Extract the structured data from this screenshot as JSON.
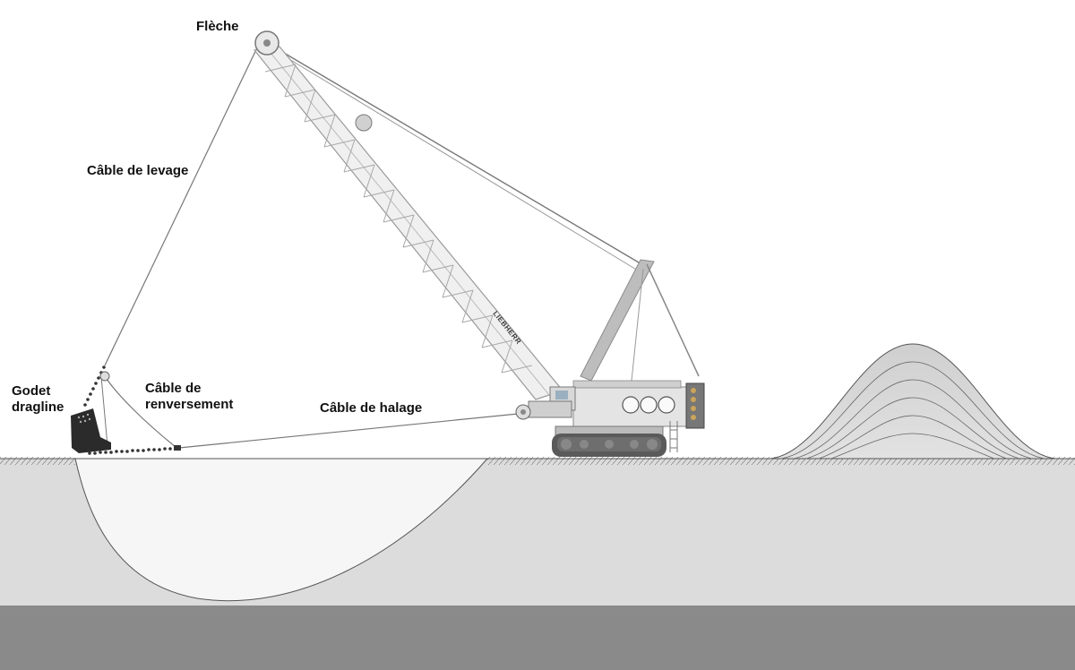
{
  "labels": {
    "boom": "Flèche",
    "hoist_rope": "Câble de levage",
    "bucket": "Godet\ndragline",
    "dump_rope": "Câble de\nrenversement",
    "drag_rope": "Câble de halage"
  },
  "machine": {
    "brand_text": "LIEBHERR"
  },
  "colors": {
    "ground": "#dcdcdc",
    "bedrock": "#8a8a8a",
    "excavation": "#f6f6f6",
    "spoil_pile": "#d2d2d2",
    "rope": "#777777",
    "boom": "#f0f0f0",
    "bucket": "#2b2b2b"
  }
}
